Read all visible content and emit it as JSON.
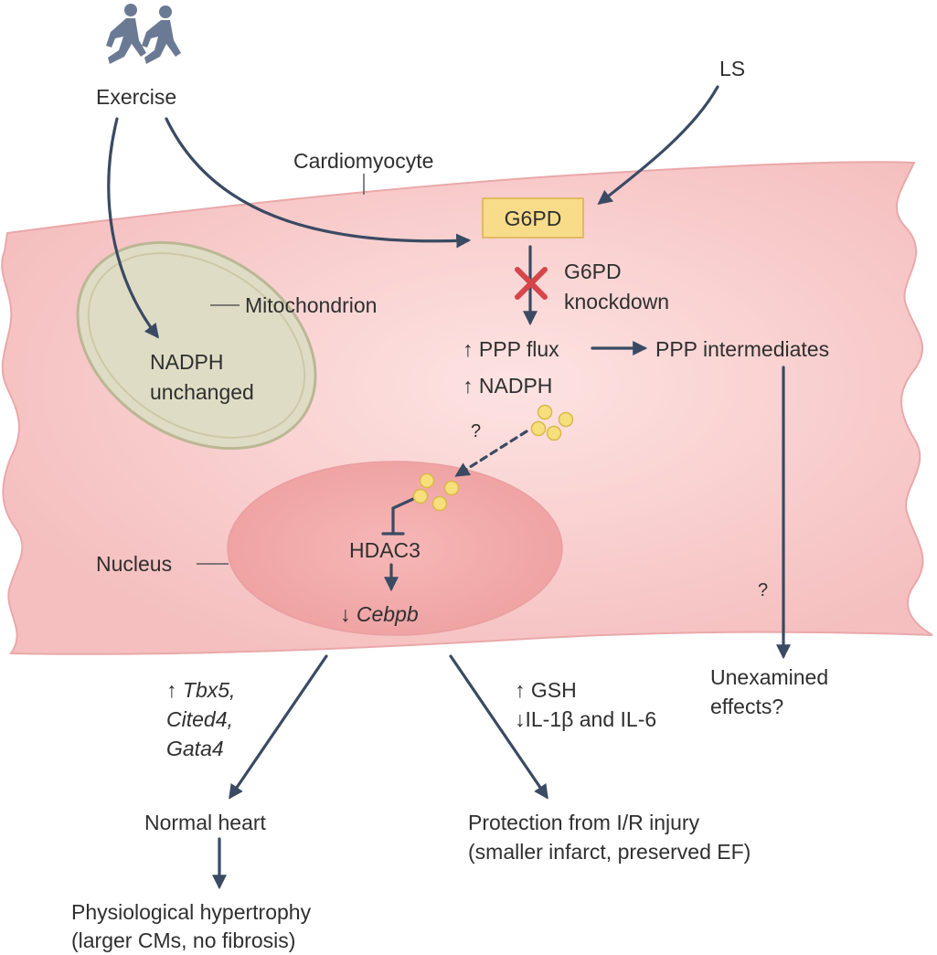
{
  "labels": {
    "exercise": "Exercise",
    "ls": "LS",
    "cardiomyocyte": "Cardiomyocyte",
    "g6pd": "G6PD",
    "knockdown_line1": "G6PD",
    "knockdown_line2": "knockdown",
    "mitochondrion": "Mitochondrion",
    "nadph_unchanged_line1": "NADPH",
    "nadph_unchanged_line2": "unchanged",
    "ppp_flux": "↑ PPP flux",
    "nadph_up": "↑ NADPH",
    "ppp_intermediates": "PPP intermediates",
    "question_1": "?",
    "question_2": "?",
    "nucleus": "Nucleus",
    "hdac3": "HDAC3",
    "cebpb_arrow": "↓ ",
    "cebpb_gene": "Cebpb",
    "tbx5_prefix": "↑ ",
    "tbx5": "Tbx5,",
    "cited4": "Cited4,",
    "gata4": "Gata4",
    "gsh": "↑ GSH",
    "il": "↓IL-1β and IL-6",
    "unexamined_line1": "Unexamined",
    "unexamined_line2": "effects?",
    "normal_heart": "Normal heart",
    "protection_line1": "Protection from I/R injury",
    "protection_line2": "(smaller infarct, preserved EF)",
    "hypertrophy_line1": "Physiological hypertrophy",
    "hypertrophy_line2": "(larger CMs, no fibrosis)"
  },
  "colors": {
    "arrow": "#3a4a63",
    "cell_fill": "#f6c4c4",
    "cell_stroke": "#e9a9aa",
    "mito_fill": "#dedcc4",
    "mito_stroke": "#b9b697",
    "nucleus_fill": "#f2a9aa",
    "g6pd_fill": "#f8dc8a",
    "g6pd_stroke": "#d8b14a",
    "knockdown_x": "#d6454b",
    "nadph_dot": "#f6df7c",
    "runner": "#6b7a94"
  },
  "icons": [
    "runners-icon",
    "knockdown-x-icon",
    "nadph-dots-icon"
  ]
}
